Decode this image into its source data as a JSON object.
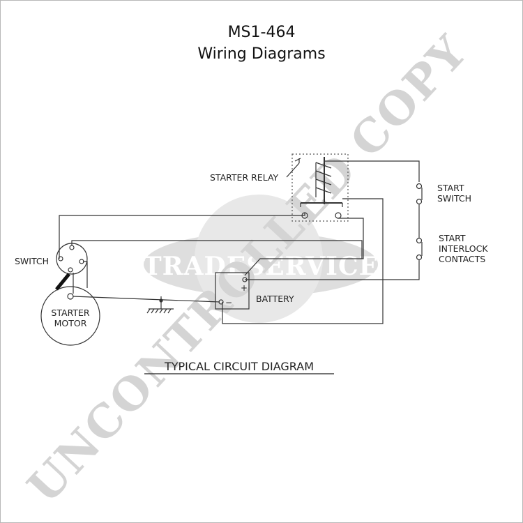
{
  "header": {
    "title": "MS1-464",
    "subtitle": "Wiring Diagrams"
  },
  "labels": {
    "starter_relay": "STARTER RELAY",
    "switch": "SWITCH",
    "starter_motor_line1": "STARTER",
    "starter_motor_line2": "MOTOR",
    "battery": "BATTERY",
    "battery_plus": "+",
    "battery_minus": "−",
    "start_switch_line1": "START",
    "start_switch_line2": "SWITCH",
    "interlock_line1": "START",
    "interlock_line2": "INTERLOCK",
    "interlock_line3": "CONTACTS"
  },
  "caption": "TYPICAL CIRCUIT DIAGRAM",
  "watermark": {
    "logo_text": "TRADESERVICE",
    "stamp_text": "UNCONTROLLED COPY"
  },
  "colors": {
    "line": "#333333",
    "watermark": "#d9d9d9",
    "relay_box": "#555555"
  }
}
